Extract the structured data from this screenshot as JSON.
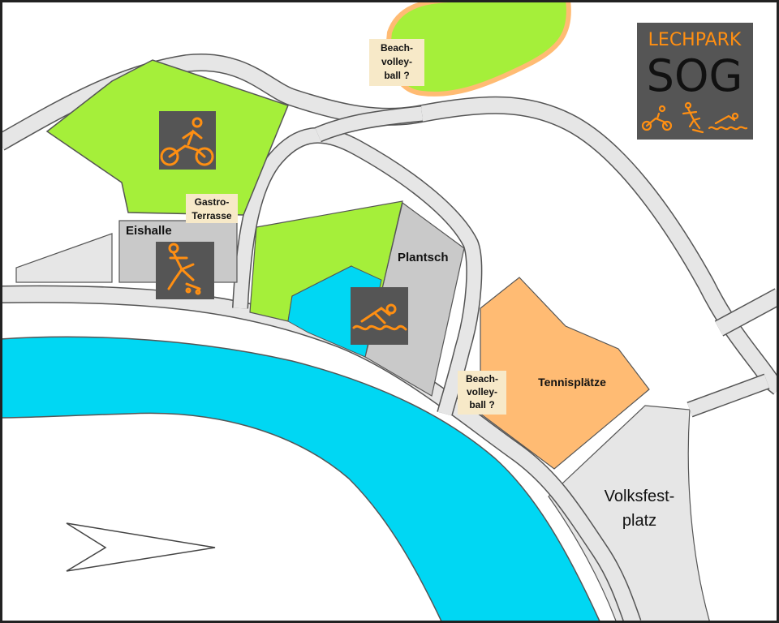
{
  "labels": {
    "beach_top_line1": "Beach-",
    "beach_top_line2": "volley-",
    "beach_top_line3": "ball ?",
    "gastro_line1": "Gastro-",
    "gastro_line2": "Terrasse",
    "eishalle": "Eishalle",
    "plantsch": "Plantsch",
    "beach_mid_line1": "Beach-",
    "beach_mid_line2": "volley-",
    "beach_mid_line3": "ball ?",
    "tennis": "Tennisplätze",
    "volksfest_line1": "Volksfest-",
    "volksfest_line2": "platz"
  },
  "logo": {
    "line1": "LECHPARK",
    "line2": "SOG"
  },
  "icons": {
    "bike": "cyclist-icon",
    "skater": "skater-icon",
    "swimmer": "swimmer-icon"
  },
  "colors": {
    "green": "#a5ef3a",
    "water": "#00d7f3",
    "road": "#e6e6e6",
    "gray_area": "#c9c9c9",
    "orange_area": "#ffbb73",
    "icon_bg": "#555555",
    "icon_orange": "#ff8f12",
    "label_bg": "#f7e9c8"
  }
}
